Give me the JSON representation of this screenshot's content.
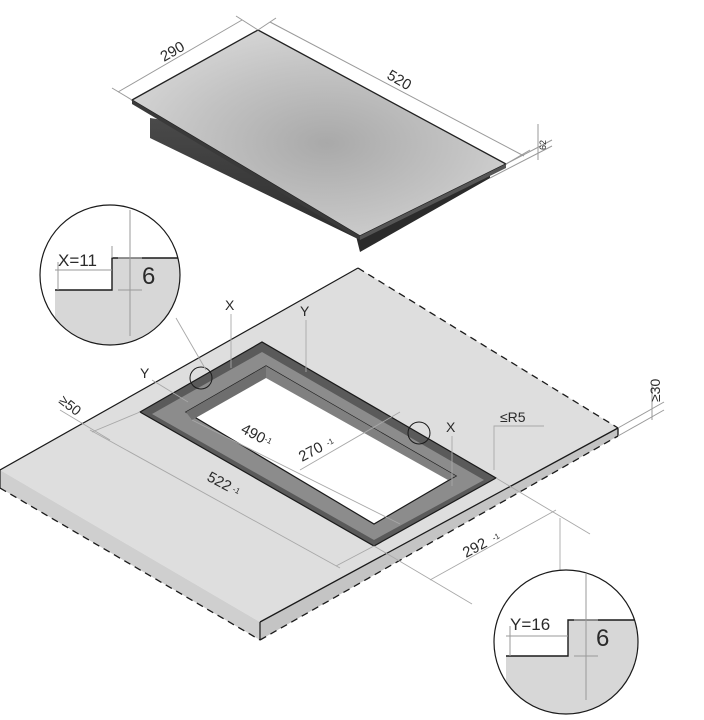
{
  "hob": {
    "width_label": "290",
    "length_label": "520",
    "height_label": "62"
  },
  "cutout": {
    "length_label": "490",
    "length_tol": "-1",
    "width_label": "270",
    "width_tol": "-1",
    "outer_length_label": "522",
    "outer_length_tol": "-1",
    "outer_width_label": "292",
    "outer_width_tol": "-1",
    "min_front_label": "≥50",
    "min_thickness_label": "≥30",
    "radius_label": "≤R5",
    "marker_x": "X",
    "marker_y": "Y"
  },
  "details": {
    "top": {
      "depth_label": "X=11",
      "height_label": "6"
    },
    "bottom": {
      "depth_label": "Y=16",
      "height_label": "6"
    }
  },
  "colors": {
    "worktop": "#dddddd",
    "hob_glass": "#bdbdbd",
    "line": "#1a1a1a",
    "dimension": "#9a9a9a"
  }
}
